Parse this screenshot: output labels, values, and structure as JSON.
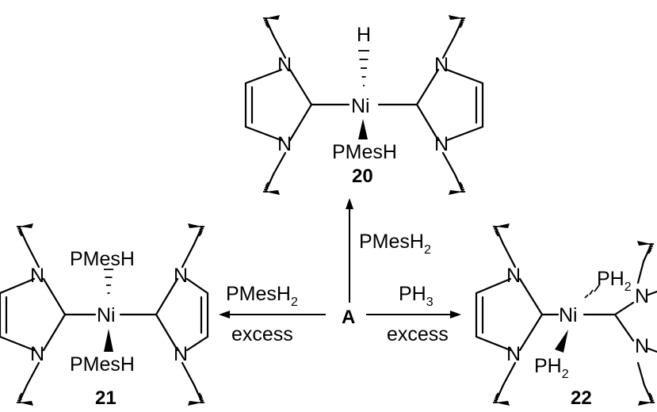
{
  "atoms": {
    "n": "N",
    "ni": "Ni",
    "h": "H"
  },
  "compound_20": {
    "ligand_bottom": "PMesH",
    "number": "20"
  },
  "compound_21": {
    "ligand_top": "PMesH",
    "ligand_bottom": "PMesH",
    "number": "21"
  },
  "compound_22": {
    "ligand_top_main": "PH",
    "ligand_top_sub": "2",
    "ligand_bottom_main": "PH",
    "ligand_bottom_sub": "2",
    "number": "22"
  },
  "start": "A",
  "arrows": {
    "up": {
      "reagent_main": "PMesH",
      "reagent_sub": "2"
    },
    "left": {
      "reagent_main": "PMesH",
      "reagent_sub": "2",
      "condition": "excess"
    },
    "right": {
      "reagent_main": "PH",
      "reagent_sub": "3",
      "condition": "excess"
    }
  }
}
